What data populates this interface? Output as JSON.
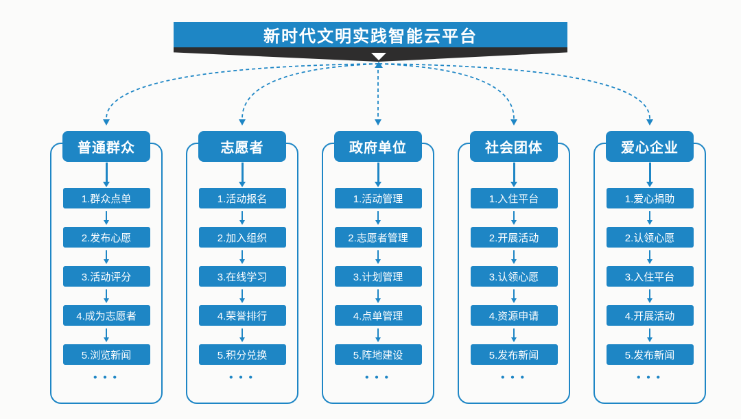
{
  "title": "新时代文明实践智能云平台",
  "colors": {
    "accent": "#1E86C5",
    "dark": "#2E2D2D",
    "background": "#FBFBFA",
    "text_on_accent": "#FFFFFF"
  },
  "columns": [
    {
      "key": "public",
      "header": "普通群众",
      "steps": [
        "1.群众点单",
        "2.发布心愿",
        "3.活动评分",
        "4.成为志愿者",
        "5.浏览新闻"
      ],
      "more": "•••"
    },
    {
      "key": "volunteer",
      "header": "志愿者",
      "steps": [
        "1.活动报名",
        "2.加入组织",
        "3.在线学习",
        "4.荣誉排行",
        "5.积分兑换"
      ],
      "more": "•••"
    },
    {
      "key": "government",
      "header": "政府单位",
      "steps": [
        "1.活动管理",
        "2.志愿者管理",
        "3.计划管理",
        "4.点单管理",
        "5.阵地建设"
      ],
      "more": "•••"
    },
    {
      "key": "social",
      "header": "社会团体",
      "steps": [
        "1.入住平台",
        "2.开展活动",
        "3.认领心愿",
        "4.资源申请",
        "5.发布新闻"
      ],
      "more": "•••"
    },
    {
      "key": "enterprise",
      "header": "爱心企业",
      "steps": [
        "1.爱心捐助",
        "2.认领心愿",
        "3.入住平台",
        "4.开展活动",
        "5.发布新闻"
      ],
      "more": "•••"
    }
  ]
}
